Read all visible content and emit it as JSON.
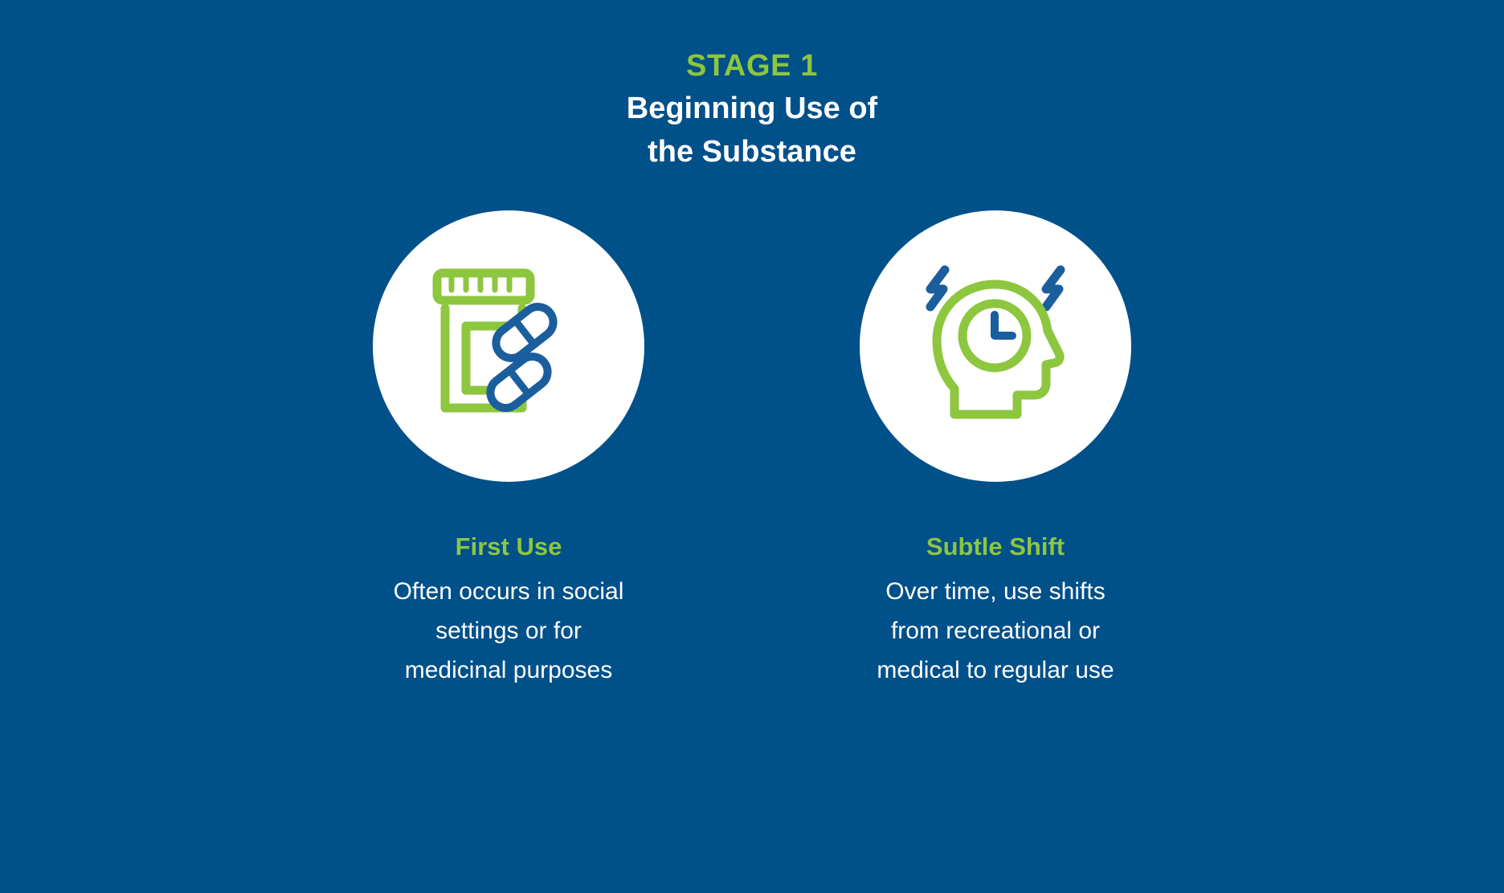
{
  "theme": {
    "background_color": "#005089",
    "accent_green": "#8DC63F",
    "text_white": "#FFFFFF",
    "icon_blue": "#1B5E9E",
    "circle_fill": "#FFFFFF"
  },
  "header": {
    "stage_label": "STAGE 1",
    "title_line1": "Beginning Use of",
    "title_line2": "the Substance"
  },
  "columns": [
    {
      "icon_name": "pill-bottle-icon",
      "title": "First Use",
      "body_line1": "Often occurs in social",
      "body_line2": "settings or for",
      "body_line3": "medicinal purposes"
    },
    {
      "icon_name": "head-clock-icon",
      "title": "Subtle Shift",
      "body_line1": "Over time, use shifts",
      "body_line2": "from recreational or",
      "body_line3": "medical to regular use"
    }
  ]
}
